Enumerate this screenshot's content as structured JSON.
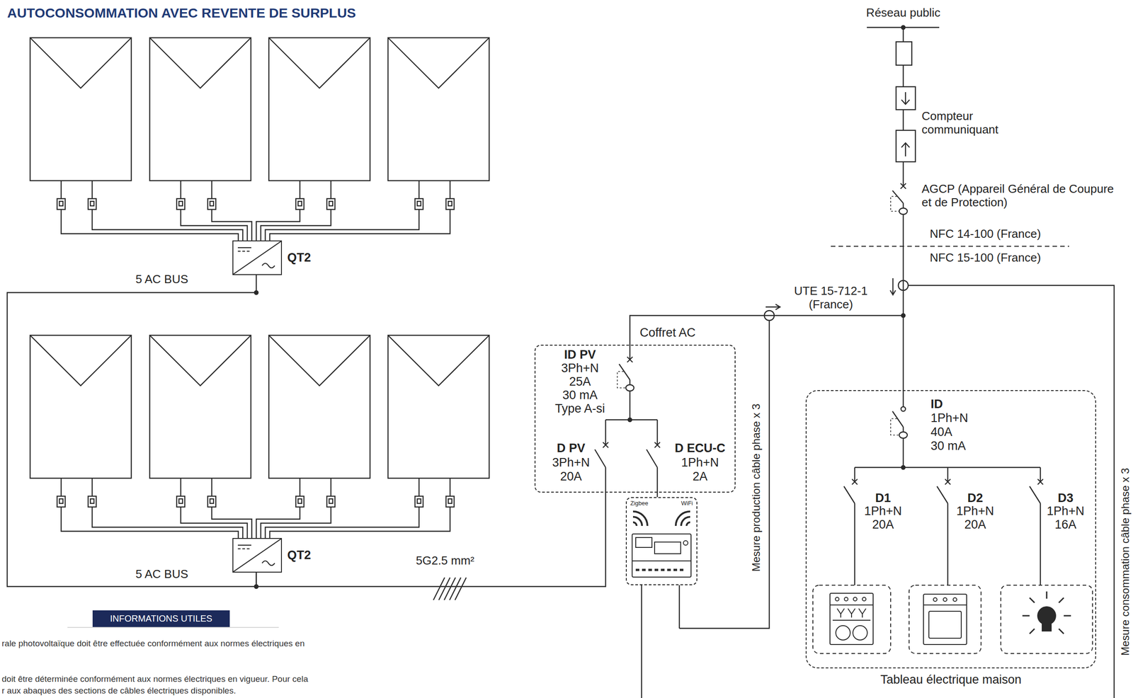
{
  "diagram": {
    "title": "AUTOCONSOMMATION AVEC REVENTE DE SURPLUS",
    "nodes": [
      {
        "text": [
          "QT2"
        ]
      },
      {
        "text": [
          "QT2"
        ]
      },
      {
        "text": [
          "Coffret AC"
        ]
      },
      {
        "text": [
          "Zigbee",
          "WiFi"
        ]
      },
      {
        "text": [
          "Tableau électrique maison"
        ]
      }
    ],
    "edges": [
      {
        "from": 0,
        "to": 1,
        "arrow": "none",
        "label": "5 AC BUS"
      },
      {
        "from": 1,
        "to": 2,
        "arrow": "none",
        "label": "5G2.5 mm²"
      },
      {
        "from": 2,
        "to": 3,
        "arrow": "none"
      },
      {
        "from": 2,
        "to": 4,
        "arrow": "none"
      }
    ],
    "labels": [
      "5 AC BUS",
      "INFORMATIONS UTILES",
      "rale photovoltaïque doit être effectuée conformément aux normes électriques en",
      "doit être déterminée conformément aux normes électriques en vigueur. Pour cela",
      "r aux abaques des sections de câbles électriques disponibles.",
      "Réseau public",
      "Compteur communiquant",
      "AGCP (Appareil Général de Coupure et de Protection)",
      "NFC 14-100 (France)",
      "NFC 15-100 (France)",
      "UTE 15-712-1 (France)",
      "ID PV",
      "3Ph+N",
      "25A",
      "30 mA",
      "Type A-si",
      "D PV",
      "3Ph+N",
      "20A",
      "D ECU-C",
      "1Ph+N",
      "2A",
      "Mesure production câble phase x 3",
      "ID",
      "1Ph+N",
      "40A",
      "30 mA",
      "D1",
      "1Ph+N",
      "20A",
      "D2",
      "1Ph+N",
      "20A",
      "D3",
      "1Ph+N",
      "16A",
      "Mesure consommation câble phase x 3"
    ]
  }
}
